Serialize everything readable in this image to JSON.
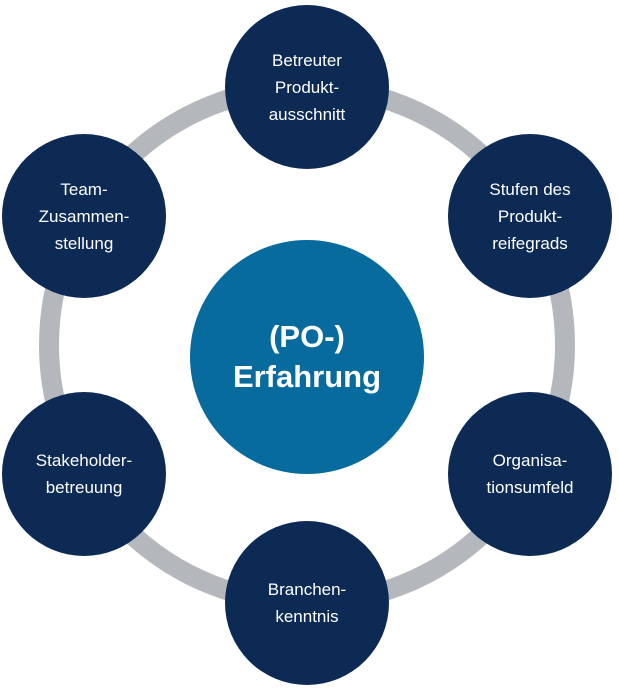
{
  "center": {
    "label": "(PO-)\nErfahrung"
  },
  "nodes": [
    {
      "label": "Betreuter\nProdukt-\nausschnitt"
    },
    {
      "label": "Stufen des\nProdukt-\nreifegrads"
    },
    {
      "label": "Organisa-\ntionsumfeld"
    },
    {
      "label": "Branchen-\nkenntnis"
    },
    {
      "label": "Stakeholder-\nbetreuung"
    },
    {
      "label": "Team-\nZusammen-\nstellung"
    }
  ],
  "colors": {
    "node": "#0c2a54",
    "center": "#086b9e",
    "ring": "#b4b7bc"
  }
}
